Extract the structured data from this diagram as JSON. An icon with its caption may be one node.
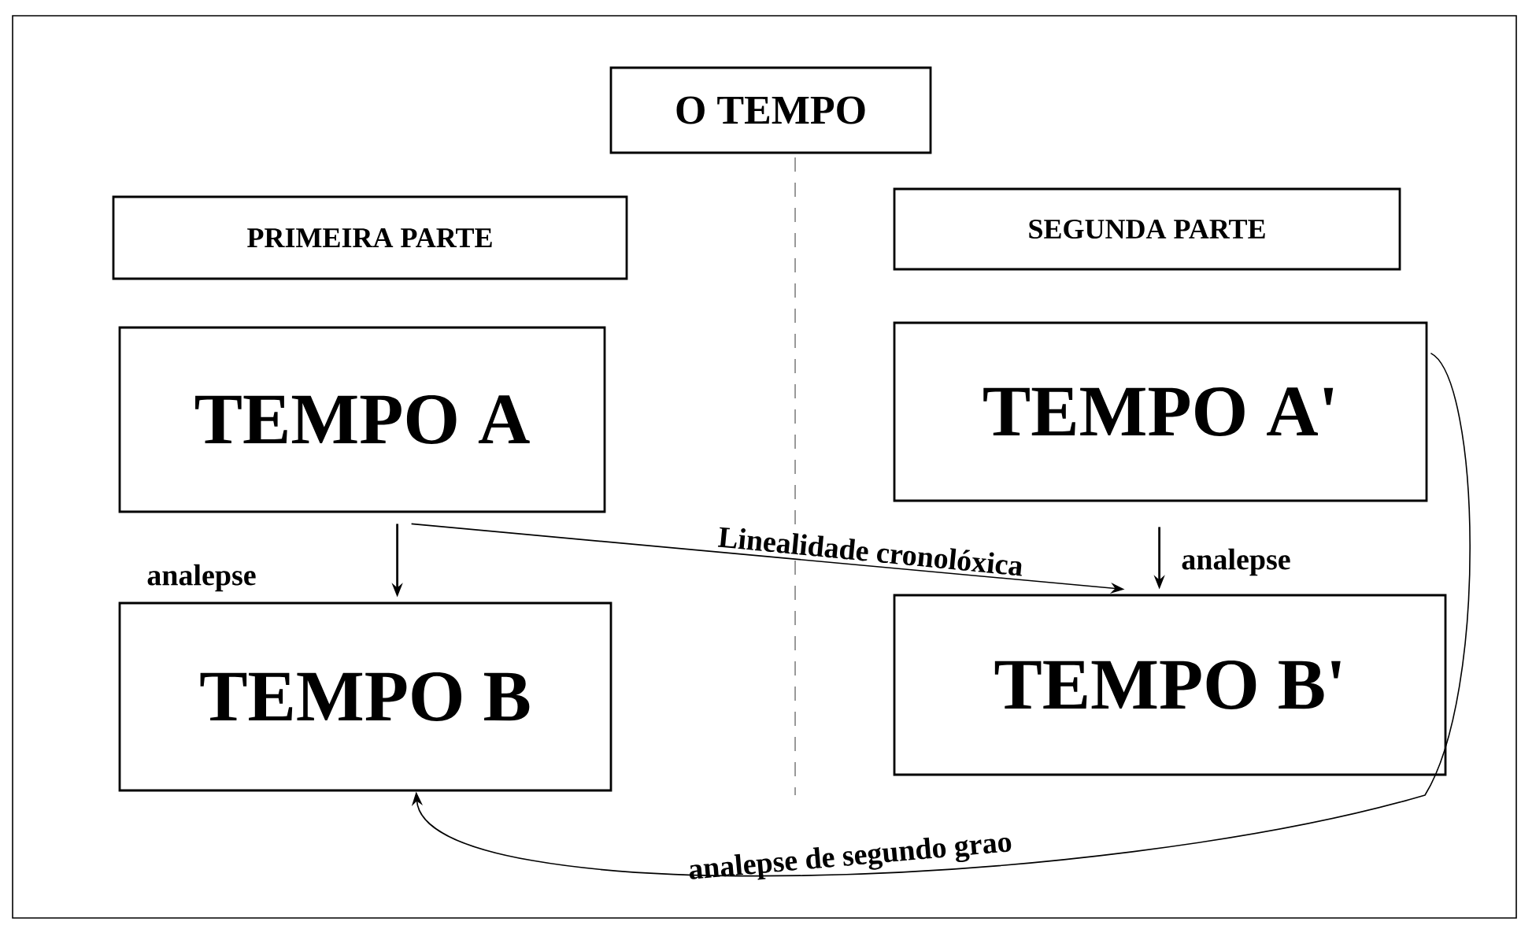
{
  "diagram": {
    "nodes": [
      {
        "text": [
          "O TEMPO"
        ]
      },
      {
        "text": [
          "PRIMEIRA PARTE"
        ]
      },
      {
        "text": [
          "SEGUNDA PARTE"
        ]
      },
      {
        "text": [
          "TEMPO A"
        ]
      },
      {
        "text": [
          "TEMPO A'"
        ]
      },
      {
        "text": [
          "TEMPO B"
        ]
      },
      {
        "text": [
          "TEMPO B'"
        ]
      }
    ],
    "edges": [
      {
        "from": 3,
        "to": 5,
        "arrow": "to",
        "label": "analepse"
      },
      {
        "from": 4,
        "to": 6,
        "arrow": "to",
        "label": "analepse"
      },
      {
        "from": 3,
        "to": 6,
        "arrow": "to",
        "label": "Linealidade cronolóxica"
      },
      {
        "from": 4,
        "to": 5,
        "arrow": "to",
        "label": "analepse de segundo grao"
      }
    ]
  }
}
